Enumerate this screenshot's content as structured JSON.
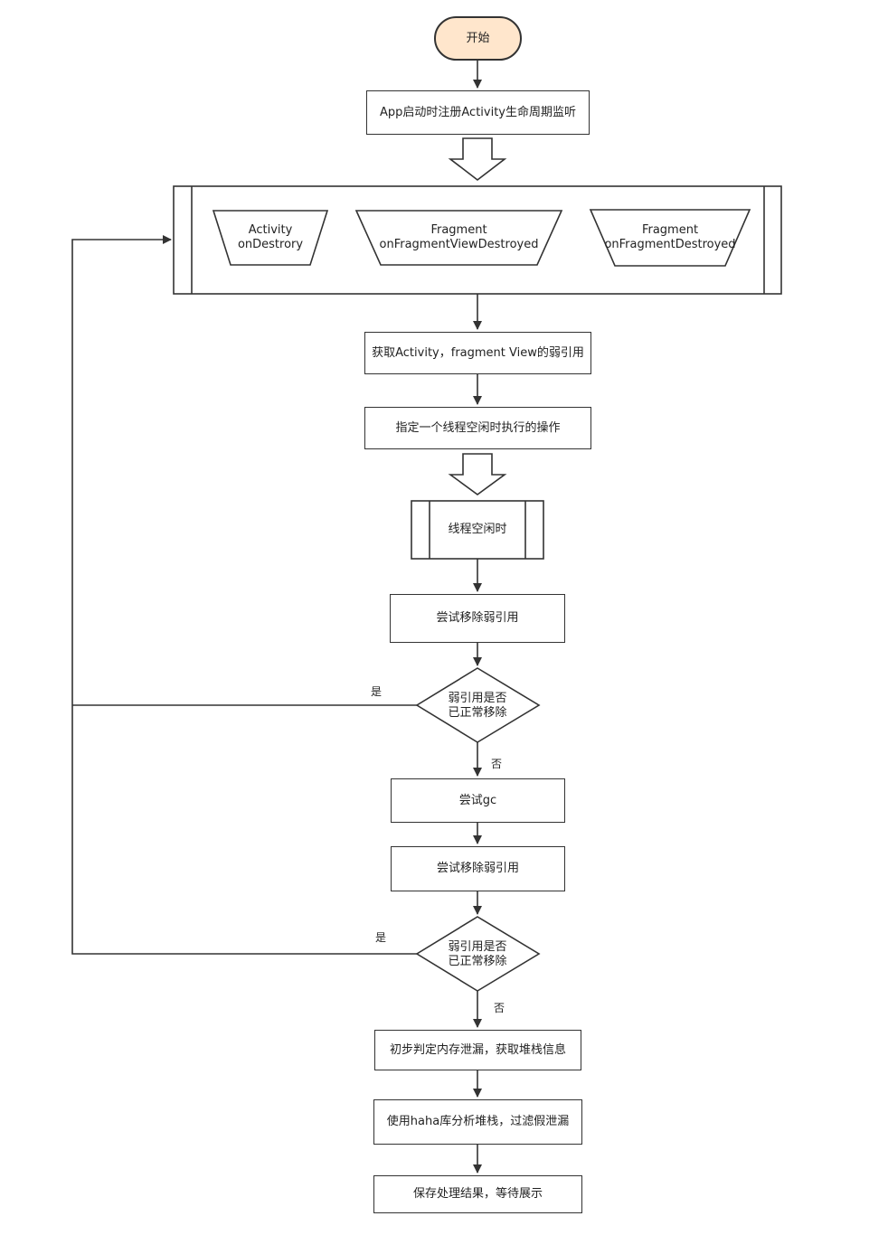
{
  "nodes": {
    "start": "开始",
    "register": "App启动时注册Activity生命周期监听",
    "cb_activity_1": "Activity",
    "cb_activity_2": "onDestrory",
    "cb_fragview_1": "Fragment",
    "cb_fragview_2": "onFragmentViewDestroyed",
    "cb_frag_1": "Fragment",
    "cb_frag_2": "onFragmentDestroyed",
    "get_weak_ref": "获取Activity，fragment View的弱引用",
    "idle_task": "指定一个线程空闲时执行的操作",
    "thread_idle": "线程空闲时",
    "try_remove_1": "尝试移除弱引用",
    "decision_1_line1": "弱引用是否",
    "decision_1_line2": "已正常移除",
    "try_gc": "尝试gc",
    "try_remove_2": "尝试移除弱引用",
    "decision_2_line1": "弱引用是否",
    "decision_2_line2": "已正常移除",
    "leak_detect": "初步判定内存泄漏，获取堆栈信息",
    "haha_analyze": "使用haha库分析堆栈，过滤假泄漏",
    "save_result": "保存处理结果，等待展示"
  },
  "edges": {
    "yes_1": "是",
    "no_1": "否",
    "yes_2": "是",
    "no_2": "否"
  },
  "colors": {
    "start_fill": "#ffe6cc",
    "stroke": "#333333"
  }
}
